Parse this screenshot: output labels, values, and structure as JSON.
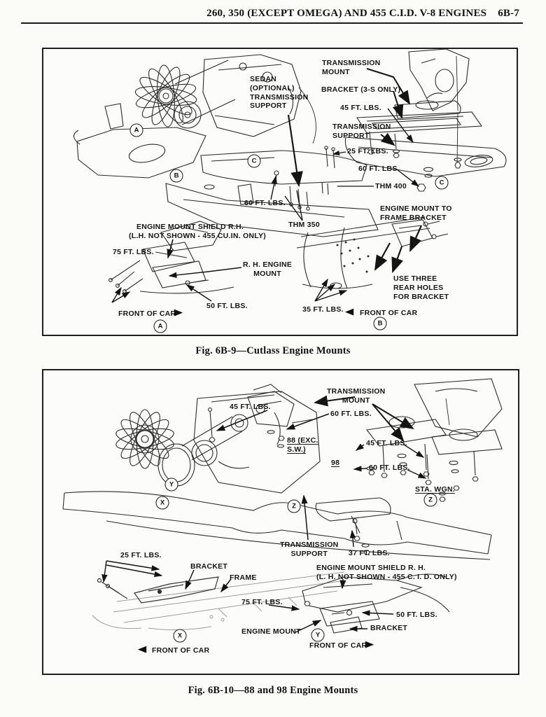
{
  "header": {
    "title": "260, 350 (EXCEPT OMEGA) AND 455 C.I.D. V-8 ENGINES",
    "page_number": "6B-7"
  },
  "icons": {
    "front_of_car_right": "▶",
    "front_of_car_left": "◀"
  },
  "figures": [
    {
      "caption": "Fig. 6B-9—Cutlass Engine Mounts",
      "labels": [
        "SEDAN\n(OPTIONAL)\nTRANSMISSION\nSUPPORT",
        "TRANSMISSION\nMOUNT",
        "BRACKET (3-S ONLY)",
        "45 FT. LBS.",
        "TRANSMISSION\nSUPPORT",
        "25 FT. LBS.",
        "60 FT. LBS.",
        "THM 400",
        "60 FT. LBS.",
        "THM 350",
        "ENGINE MOUNT TO\nFRAME BRACKET",
        "ENGINE MOUNT SHIELD R.H.",
        "(L.H. NOT SHOWN - 455 CU.IN. ONLY)",
        "75 FT. LBS.",
        "R. H. ENGINE\nMOUNT",
        "50 FT. LBS.",
        "FRONT OF CAR",
        "35 FT. LBS.",
        "FRONT OF CAR",
        "USE THREE\nREAR HOLES\nFOR BRACKET"
      ],
      "callouts": [
        "A",
        "B",
        "C",
        "C",
        "A",
        "B"
      ]
    },
    {
      "caption": "Fig. 6B-10—88 and 98 Engine Mounts",
      "labels": [
        "45 FT. LBS.",
        "TRANSMISSION\nMOUNT",
        "60 FT. LBS.",
        "88 (EXC.\nS.W.)",
        "45 FT. LBS.",
        "98",
        "60 FT. LBS.",
        "STA. WGN.",
        "TRANSMISSION\nSUPPORT",
        "37 FT. LBS.",
        "25 FT. LBS.",
        "BRACKET",
        "FRAME",
        "ENGINE MOUNT SHIELD R. H.\n(L. H. NOT SHOWN - 455 C. I. D. ONLY)",
        "75 FT. LBS.",
        "50 FT. LBS.",
        "ENGINE MOUNT",
        "BRACKET",
        "FRONT OF CAR",
        "FRONT OF CAR"
      ],
      "callouts": [
        "Y",
        "X",
        "Z",
        "Z",
        "X",
        "Y"
      ]
    }
  ]
}
